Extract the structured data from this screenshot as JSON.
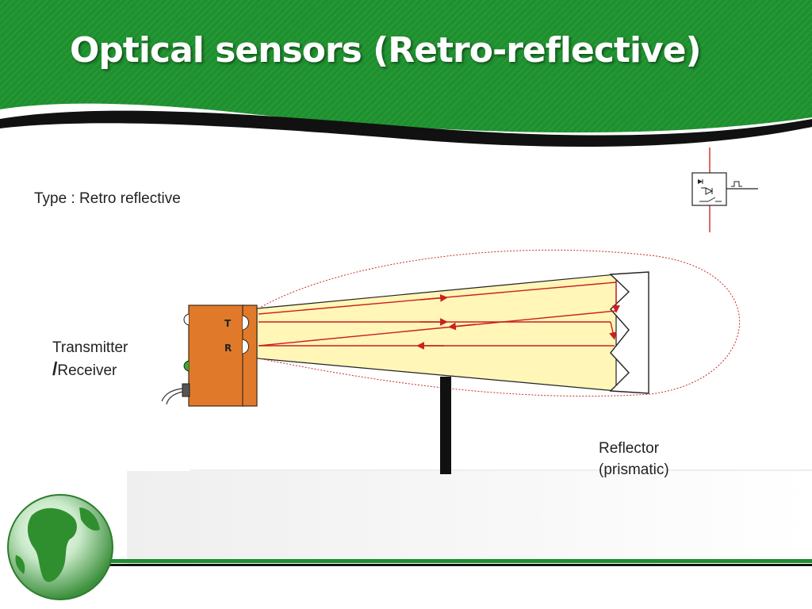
{
  "slide": {
    "title": "Optical sensors (Retro-reflective)",
    "type_label": "Type : Retro reflective",
    "sensor_label_line1": "Transmitter",
    "sensor_label_slash": "/",
    "sensor_label_line2": "Receiver",
    "reflector_label_line1": "Reflector",
    "reflector_label_line2": "(prismatic)",
    "sensor_t_mark": "T",
    "sensor_r_mark": "R"
  },
  "colors": {
    "header_green": "#1f8f2f",
    "sensor_orange": "#e07a2a",
    "beam_yellow": "#fff6b8",
    "ray_red": "#cc1f1f"
  },
  "icons": [
    "symbol-photoelectric-sensor-icon",
    "globe-icon"
  ]
}
